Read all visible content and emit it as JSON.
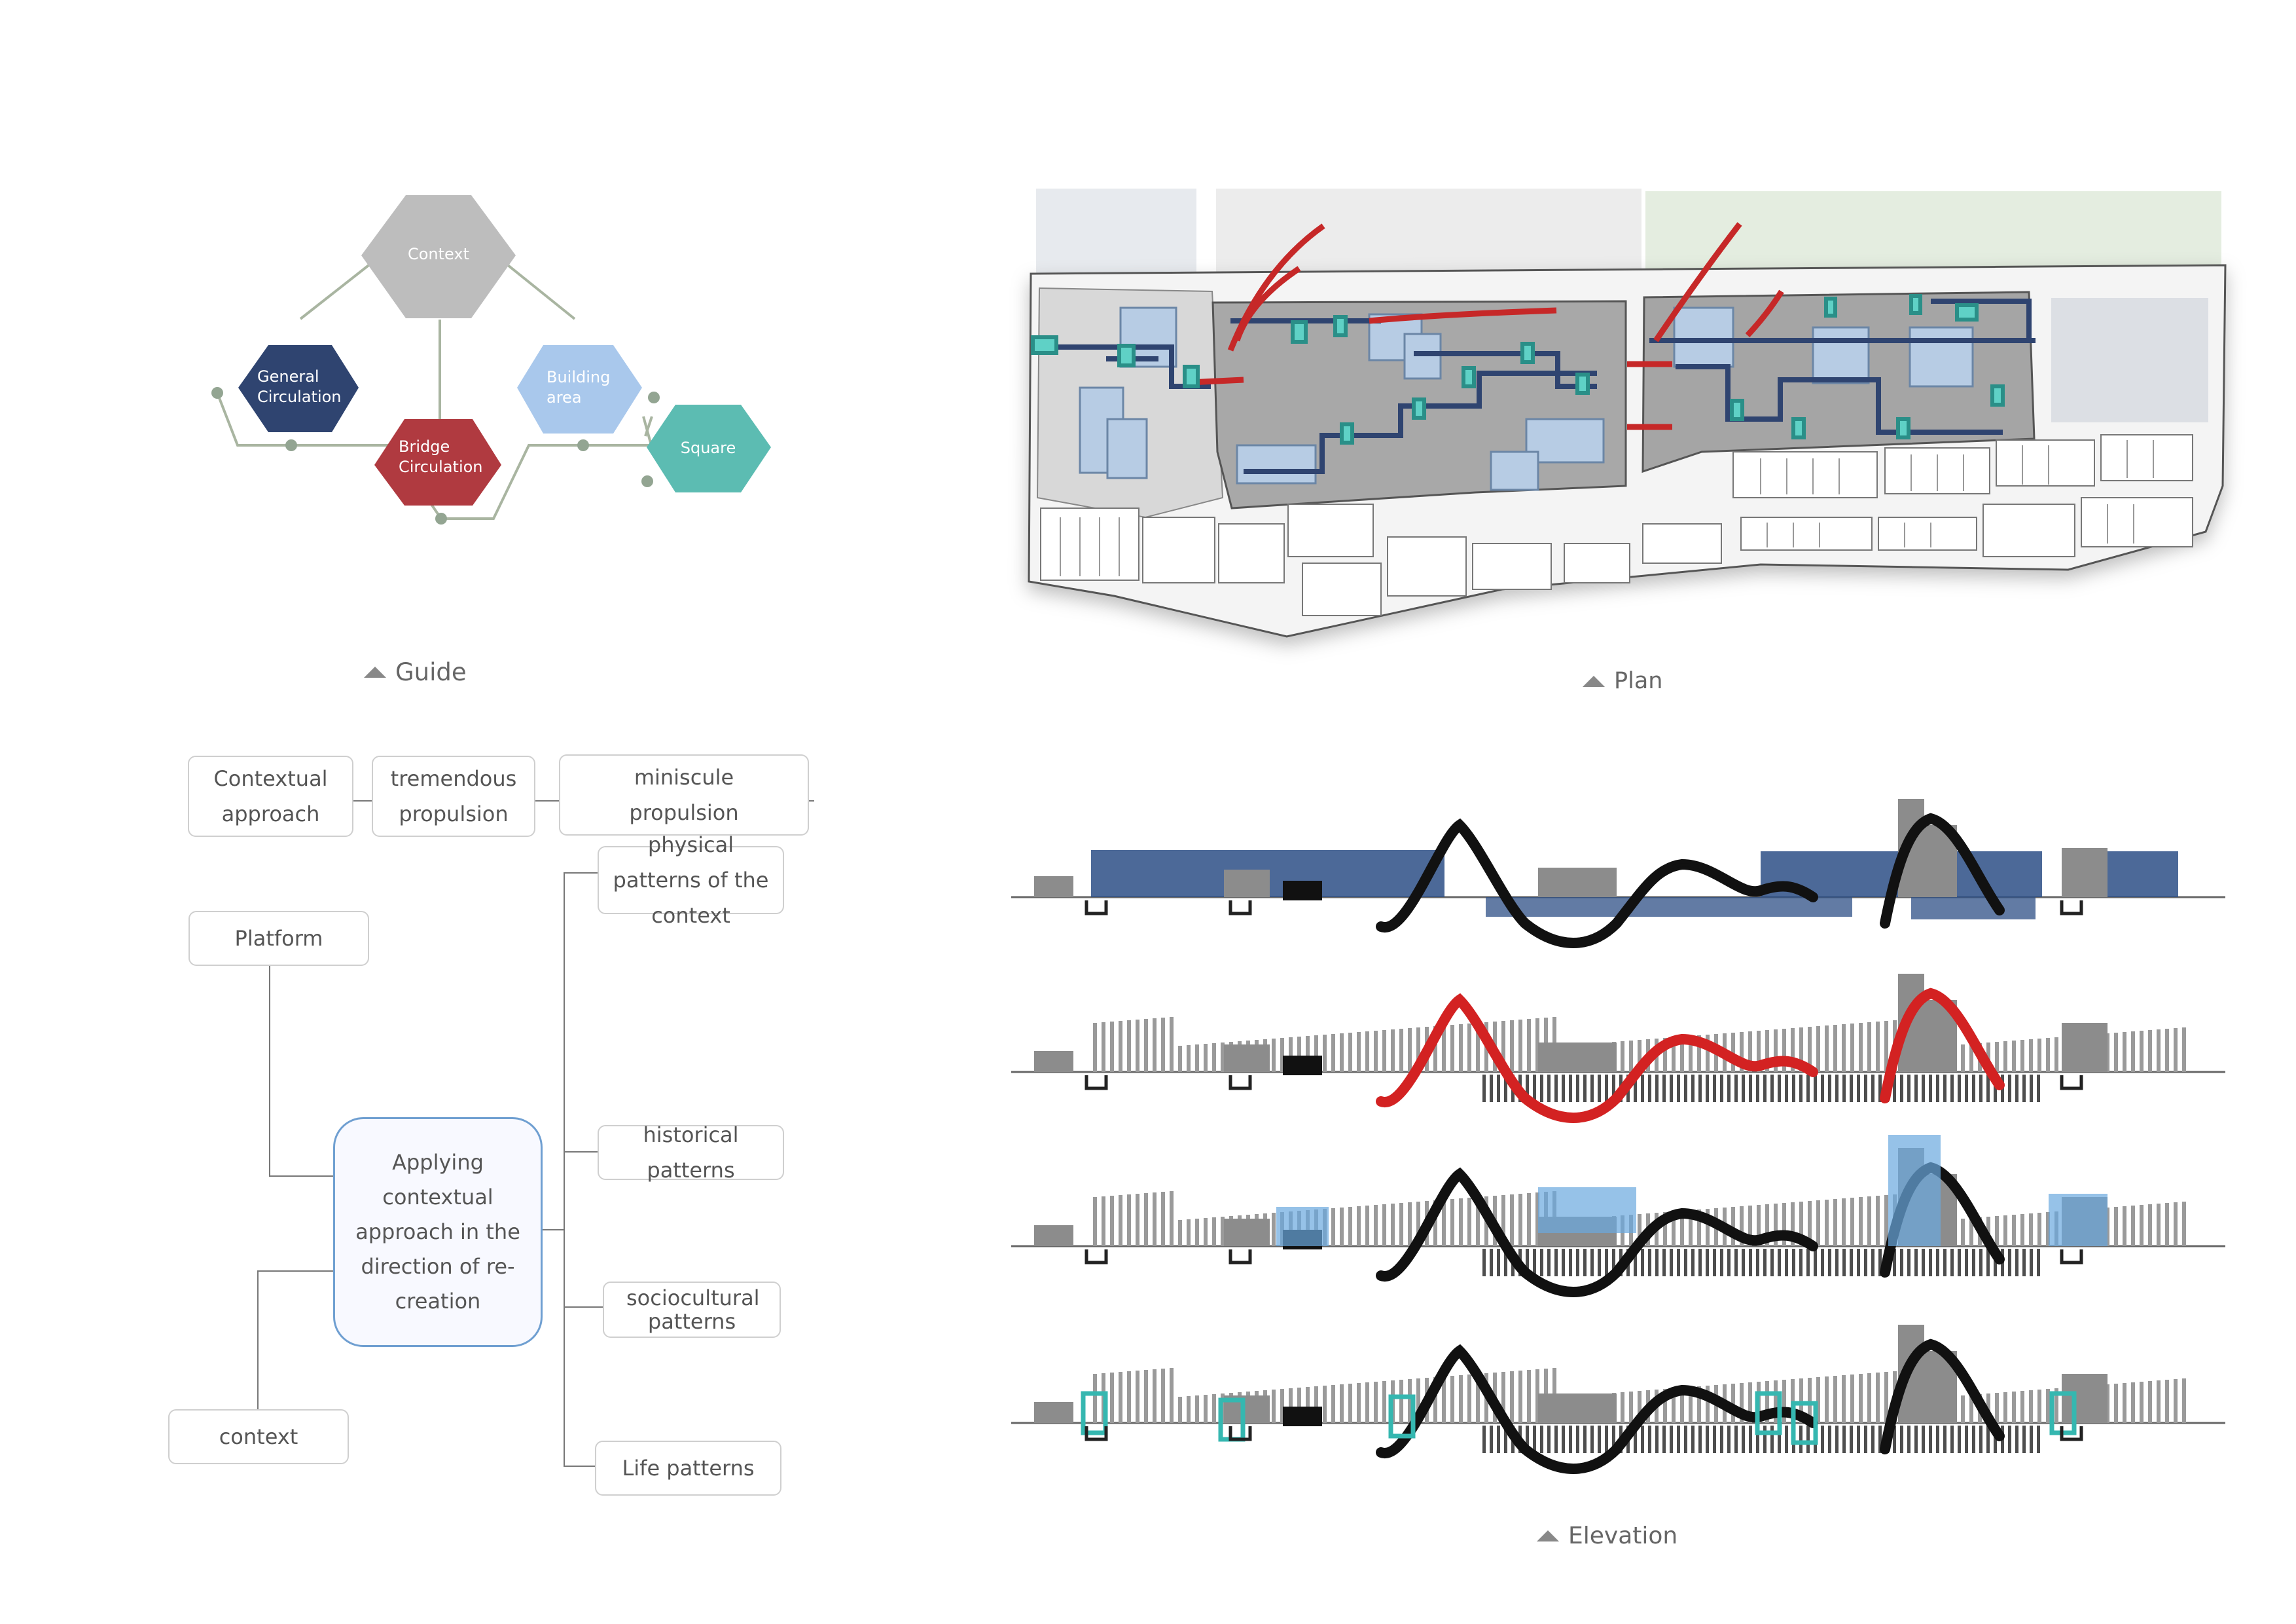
{
  "guide": {
    "caption": "Guide",
    "hexagons": {
      "context": "Context",
      "general_circulation": "General Circulation",
      "bridge_circulation": "Bridge Circulation",
      "building_area": "Building area",
      "square": "Square"
    },
    "colors": {
      "context": "#bdbdbd",
      "general_circulation": "#2f4470",
      "bridge_circulation": "#b03a40",
      "building_area": "#a9c8ec",
      "square": "#5cbcb2",
      "connector": "#a9b5a1"
    }
  },
  "concept_map": {
    "top_row": [
      "Contextual approach",
      "tremendous propulsion",
      "miniscule propulsion"
    ],
    "platform": "Platform",
    "context": "context",
    "center": "Applying contextual approach in the direction of re-creation",
    "patterns": [
      "physical patterns of the context",
      "historical patterns",
      "sociocultural patterns",
      "Life patterns"
    ]
  },
  "plan": {
    "caption": "Plan"
  },
  "elevation": {
    "caption": "Elevation",
    "variant_colors": [
      "#2d4f86",
      "#d32222",
      "#6aa8de",
      "#35b7b0"
    ]
  }
}
